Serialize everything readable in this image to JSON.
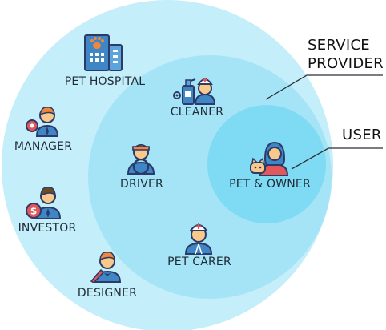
{
  "diagram": {
    "colors": {
      "outer_ring": "#c4eef9",
      "middle_ring": "#a5e4f6",
      "inner_ring": "#7fdaf3",
      "line": "#2a2f36",
      "icon_outline": "#2b3a67",
      "icon_blue": "#3f86c6",
      "skin": "#f9c98b",
      "hair": "#6a4b2a",
      "accent_orange": "#f0873c",
      "accent_red": "#e2575b"
    },
    "groups": {
      "service_provider_line1": "SERVICE",
      "service_provider_line2": "PROVIDER",
      "user": "USER"
    },
    "nodes": {
      "pet_hospital": {
        "label": "PET HOSPITAL",
        "icon": "hospital-building-icon"
      },
      "cleaner": {
        "label": "CLEANER",
        "icon": "cleaner-icon"
      },
      "manager": {
        "label": "MANAGER",
        "icon": "manager-icon"
      },
      "driver": {
        "label": "DRIVER",
        "icon": "driver-icon"
      },
      "pet_owner": {
        "label": "PET & OWNER",
        "icon": "pet-owner-icon"
      },
      "investor": {
        "label": "INVESTOR",
        "icon": "investor-icon"
      },
      "pet_carer": {
        "label": "PET CARER",
        "icon": "pet-carer-icon"
      },
      "designer": {
        "label": "DESIGNER",
        "icon": "designer-icon"
      }
    }
  }
}
